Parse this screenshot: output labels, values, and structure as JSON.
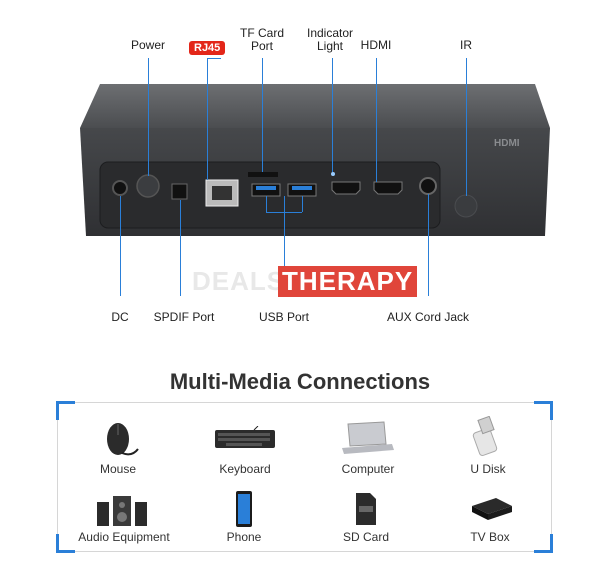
{
  "callouts": {
    "power": "Power",
    "rj45": "RJ45",
    "tf_card": [
      "TF Card",
      "Port"
    ],
    "indicator": [
      "Indicator",
      "Light"
    ],
    "hdmi": "HDMI",
    "ir": "IR",
    "dc": "DC",
    "spdif": "SPDIF Port",
    "usb": "USB Port",
    "aux": "AUX Cord Jack"
  },
  "watermark": {
    "left": "DEALS",
    "right": "THERAPY"
  },
  "section": {
    "title": "Multi-Media Connections",
    "items": [
      {
        "label": "Mouse",
        "icon": "mouse-icon"
      },
      {
        "label": "Keyboard",
        "icon": "keyboard-icon"
      },
      {
        "label": "Computer",
        "icon": "laptop-icon"
      },
      {
        "label": "U Disk",
        "icon": "usb-disk-icon"
      },
      {
        "label": "Audio Equipment",
        "icon": "speaker-icon"
      },
      {
        "label": "Phone",
        "icon": "phone-icon"
      },
      {
        "label": "SD Card",
        "icon": "sd-card-icon"
      },
      {
        "label": "TV Box",
        "icon": "tv-box-icon"
      }
    ]
  },
  "colors": {
    "accent": "#2a7fd8",
    "rj45_badge": "#e32619",
    "device_body": "#56585b"
  }
}
